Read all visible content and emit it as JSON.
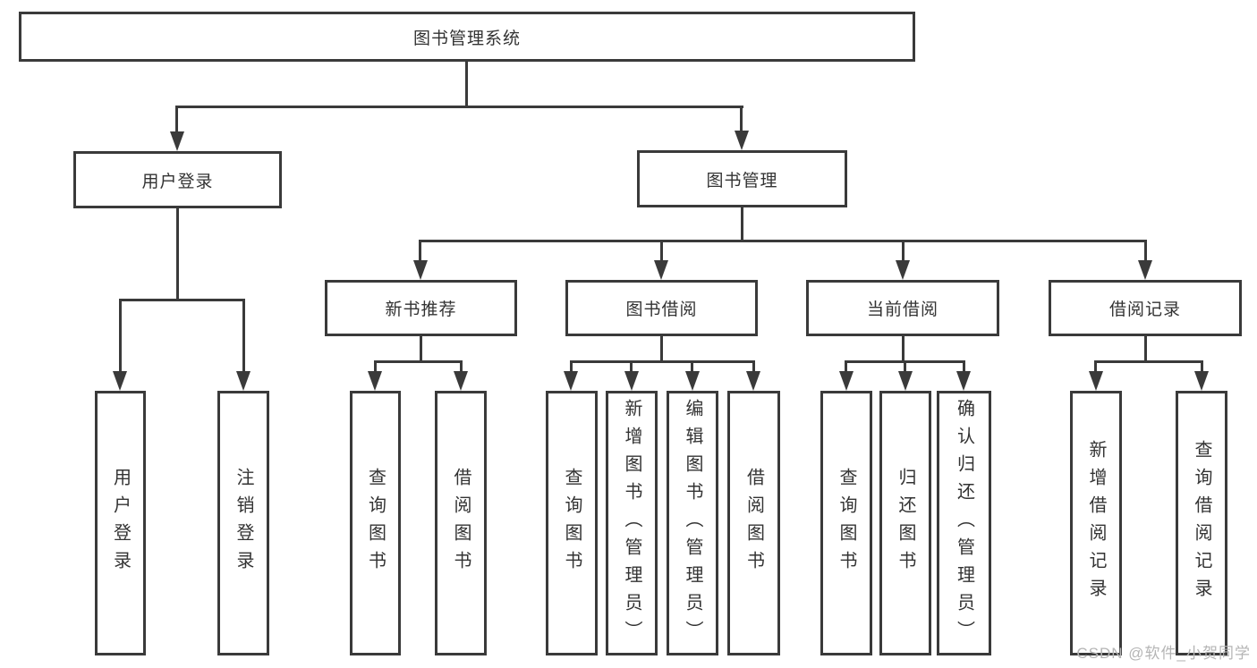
{
  "diagram": {
    "root": {
      "label": "图书管理系统"
    },
    "branches": [
      {
        "label": "用户登录",
        "children": [
          {
            "label": "用户登录"
          },
          {
            "label": "注销登录"
          }
        ]
      },
      {
        "label": "图书管理",
        "children": [
          {
            "label": "新书推荐",
            "children": [
              {
                "label": "查询图书"
              },
              {
                "label": "借阅图书"
              }
            ]
          },
          {
            "label": "图书借阅",
            "children": [
              {
                "label": "查询图书"
              },
              {
                "label": "新增图书（管理员）"
              },
              {
                "label": "编辑图书（管理员）"
              },
              {
                "label": "借阅图书"
              }
            ]
          },
          {
            "label": "当前借阅",
            "children": [
              {
                "label": "查询图书"
              },
              {
                "label": "归还图书"
              },
              {
                "label": "确认归还（管理员）"
              }
            ]
          },
          {
            "label": "借阅记录",
            "children": [
              {
                "label": "新增借阅记录"
              },
              {
                "label": "查询借阅记录"
              }
            ]
          }
        ]
      }
    ]
  },
  "watermark": {
    "text": "CSDN @软件_小贺同学"
  },
  "colors": {
    "line": "#3a3a3a",
    "text": "#333333",
    "wm": "#b5b5b5",
    "bg": "#ffffff"
  }
}
